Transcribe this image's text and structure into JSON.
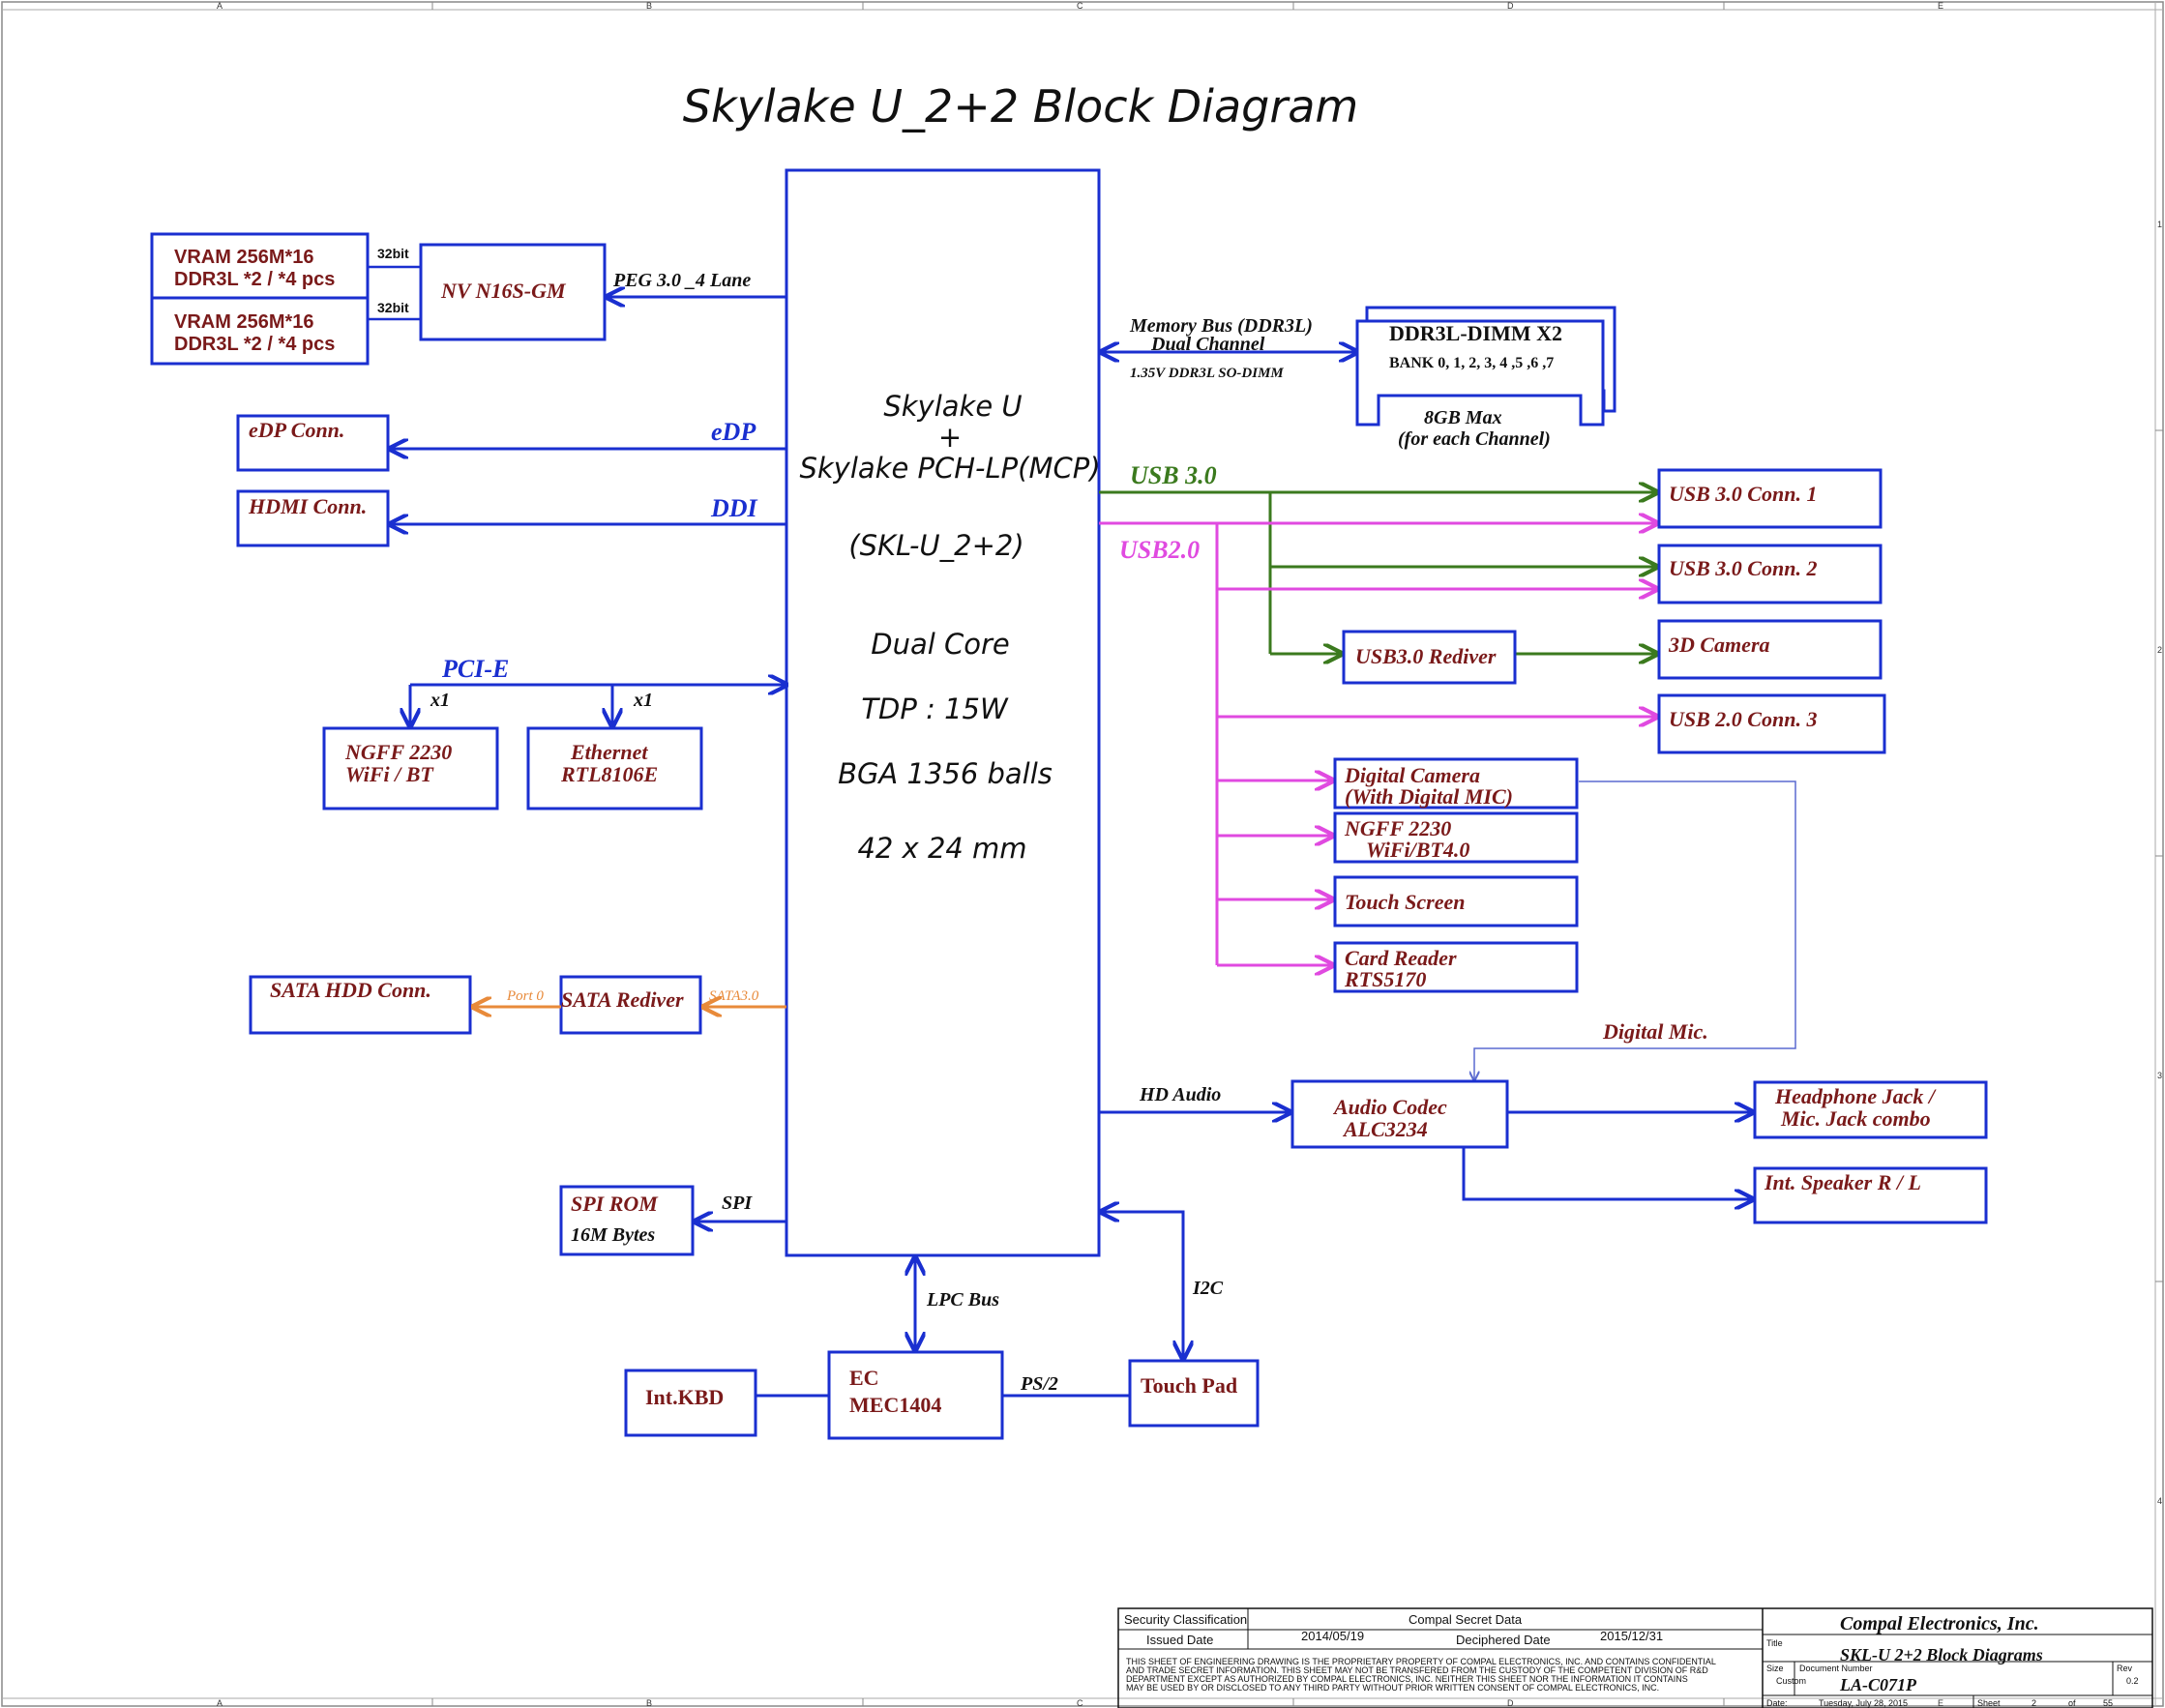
{
  "title": "Skylake U_2+2 Block Diagram",
  "cpu": {
    "line1": "Skylake U",
    "line2": "+",
    "line3": "Skylake PCH-LP(MCP)",
    "line4": "(SKL-U_2+2)",
    "line5": "Dual Core",
    "line6": "TDP : 15W",
    "line7": "BGA 1356 balls",
    "line8": "42 x 24 mm"
  },
  "blocks": {
    "vram1_l1": "VRAM 256M*16",
    "vram1_l2": "DDR3L *2 / *4 pcs",
    "vram2_l1": "VRAM 256M*16",
    "vram2_l2": "DDR3L *2 / *4 pcs",
    "gpu": "NV N16S-GM",
    "edp": "eDP Conn.",
    "hdmi": "HDMI  Conn.",
    "ngff_l1": "NGFF 2230",
    "ngff_l2": "WiFi / BT",
    "eth_l1": "Ethernet",
    "eth_l2": "RTL8106E",
    "sata_hdd": "SATA HDD Conn.",
    "sata_rediver": "SATA Rediver",
    "spi_rom_l1": "SPI ROM",
    "spi_rom_l2": "16M Bytes",
    "int_kbd": "Int.KBD",
    "ec_l1": "EC",
    "ec_l2": "MEC1404",
    "touch_pad": "Touch Pad",
    "dimm_l1": "DDR3L-DIMM X2",
    "dimm_l2": "BANK 0, 1, 2, 3, 4 ,5 ,6 ,7",
    "dimm_l3": "8GB Max",
    "dimm_l4": "(for each Channel)",
    "usb30_conn1": "USB 3.0 Conn. 1",
    "usb30_conn2": "USB 3.0 Conn. 2",
    "camera3d": "3D Camera",
    "usb30_rediver": "USB3.0  Rediver",
    "usb20_conn3": "USB 2.0 Conn. 3",
    "dcam_l1": "Digital Camera",
    "dcam_l2": "(With Digital MIC)",
    "ngff2_l1": "NGFF 2230",
    "ngff2_l2": "WiFi/BT4.0",
    "touch_screen": "Touch Screen",
    "card_l1": "Card Reader",
    "card_l2": "RTS5170",
    "codec_l1": "Audio Codec",
    "codec_l2": "ALC3234",
    "hp_l1": "Headphone Jack /",
    "hp_l2": "Mic. Jack combo",
    "speaker": "Int. Speaker R / L"
  },
  "buses": {
    "bit32a": "32bit",
    "bit32b": "32bit",
    "peg": "PEG 3.0 _4 Lane",
    "edp": "eDP",
    "ddi": "DDI",
    "pcie": "PCI-E",
    "x1a": "x1",
    "x1b": "x1",
    "port0": "Port 0",
    "sata30": "SATA3.0",
    "spi": "SPI",
    "lpc": "LPC Bus",
    "ps2": "PS/2",
    "i2c": "I2C",
    "hd_audio": "HD Audio",
    "mem_l1": "Memory Bus (DDR3L)",
    "mem_l2": "Dual Channel",
    "mem_l3": "1.35V DDR3L SO-DIMM",
    "usb30": "USB 3.0",
    "usb20": "USB2.0",
    "digital_mic": "Digital Mic."
  },
  "title_block": {
    "security_label": "Security Classification",
    "security_value": "Compal Secret Data",
    "issued_label": "Issued Date",
    "issued_value": "2014/05/19",
    "deciphered_label": "Deciphered Date",
    "deciphered_value": "2015/12/31",
    "company": "Compal Electronics, Inc.",
    "title_label": "Title",
    "title_value": "SKL-U  2+2 Block Diagrams",
    "size_label": "Size",
    "size_value": "Custom",
    "docnum_label": "Document Number",
    "docnum_value": "LA-C071P",
    "rev_label": "Rev",
    "rev_value": "0.2",
    "date_label": "Date:",
    "date_value": "Tuesday, July 28, 2015",
    "sheet_label": "Sheet",
    "sheet_value": "2",
    "of_label": "of",
    "of_value": "55",
    "disclaimer_1": "THIS SHEET OF ENGINEERING DRAWING IS THE PROPRIETARY PROPERTY OF COMPAL ELECTRONICS, INC. AND CONTAINS CONFIDENTIAL",
    "disclaimer_2": "AND TRADE SECRET INFORMATION. THIS SHEET MAY NOT BE TRANSFERED FROM THE CUSTODY OF THE COMPETENT DIVISION OF R&D",
    "disclaimer_3": "DEPARTMENT EXCEPT AS AUTHORIZED BY COMPAL ELECTRONICS, INC. NEITHER THIS SHEET NOR THE INFORMATION IT CONTAINS",
    "disclaimer_4": "MAY BE USED BY OR DISCLOSED TO ANY THIRD PARTY WITHOUT PRIOR WRITTEN CONSENT OF COMPAL ELECTRONICS, INC."
  },
  "border_marks": {
    "cols": [
      "A",
      "B",
      "C",
      "D",
      "E"
    ],
    "rows": [
      "1",
      "2",
      "3",
      "4"
    ]
  },
  "colors": {
    "box": "#1a2fd0",
    "label": "#7a1a1a",
    "usb3": "#3b7a1e",
    "usb2": "#e04ae0",
    "sata": "#e88a3a",
    "mic": "#5a6ad0"
  }
}
